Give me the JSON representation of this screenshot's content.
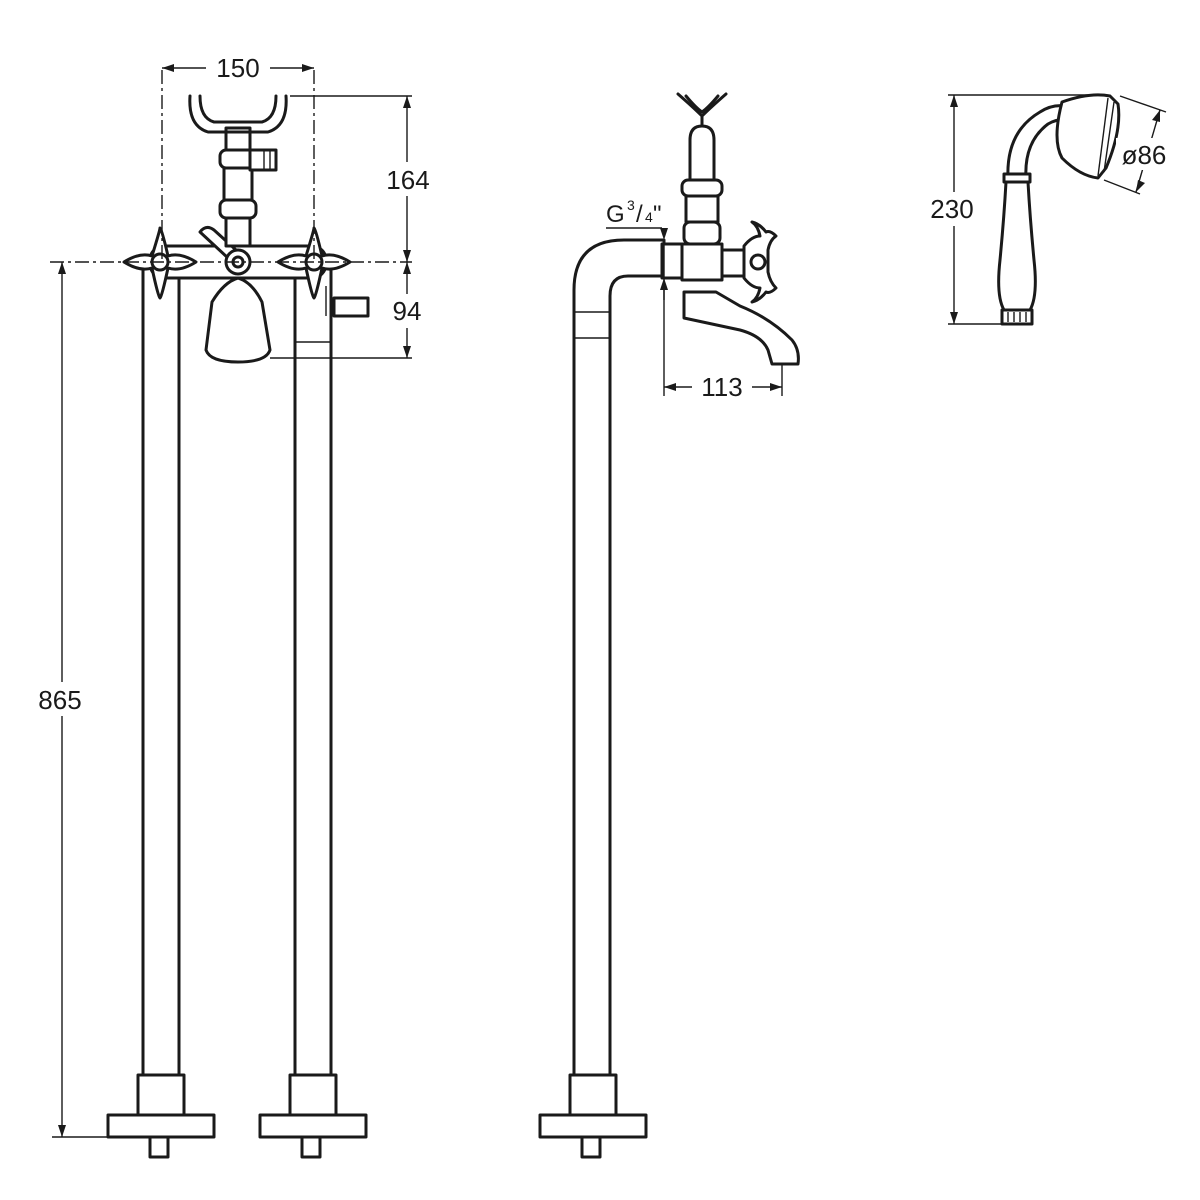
{
  "dimensions": {
    "spacing_width": "150",
    "upper_height": "164",
    "lower_height": "94",
    "column_height": "865",
    "spout_reach": "113",
    "thread_prefix": "G",
    "thread_num": "3",
    "thread_den": "4",
    "thread_suffix": "\"",
    "shower_length": "230",
    "shower_diameter": "ø86"
  }
}
